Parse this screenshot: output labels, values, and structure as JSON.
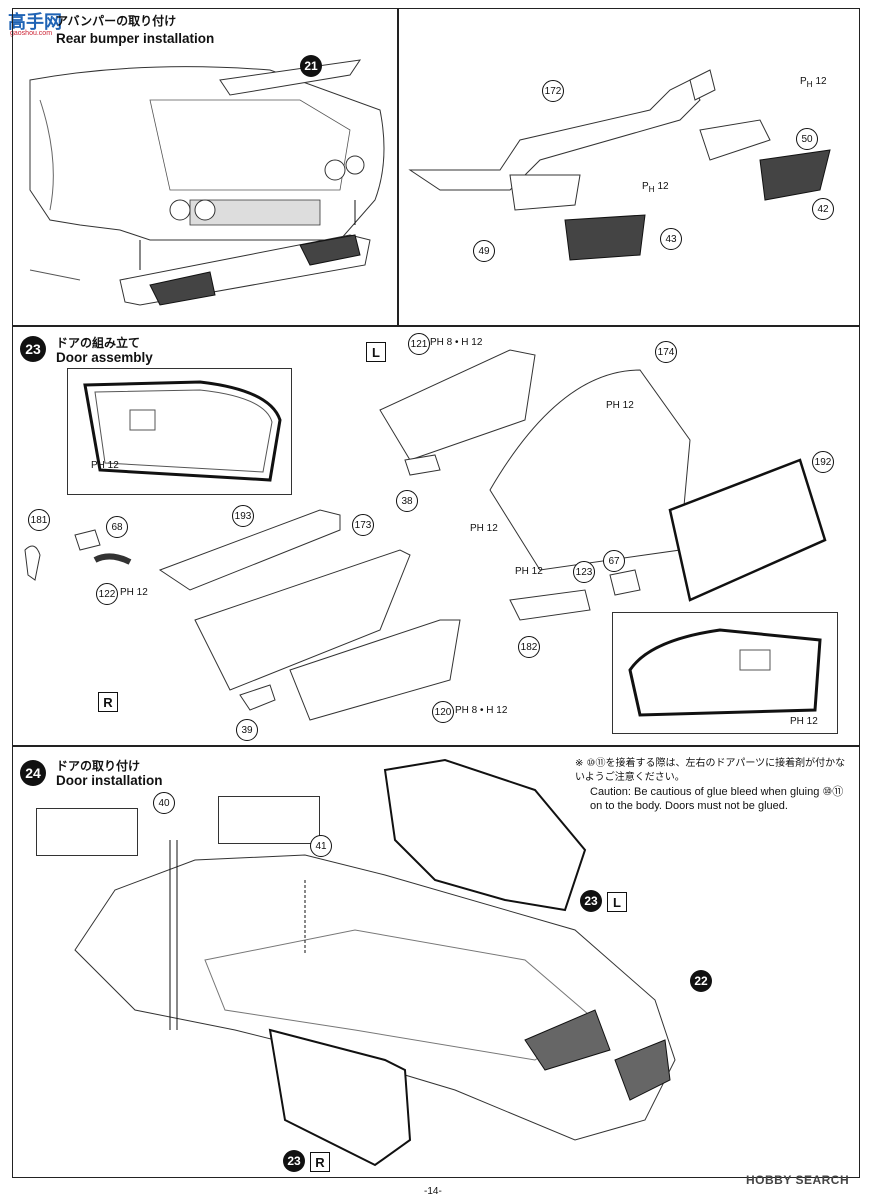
{
  "logo": {
    "text": "高手网",
    "sub": "gaoshou.com"
  },
  "step22": {
    "title_jp": "アバンパーの取り付け",
    "title_en": "Rear bumper installation",
    "parts": [
      "21",
      "172",
      "12",
      "50",
      "42",
      "49",
      "43",
      "12"
    ]
  },
  "step23": {
    "number": "23",
    "title_jp": "ドアの組み立て",
    "title_en": "Door assembly",
    "left_label": "L",
    "right_label": "R",
    "parts": {
      "p121": "121",
      "p174": "174",
      "p192": "192",
      "p38": "38",
      "p67": "67",
      "p123": "123",
      "p182": "182",
      "p181": "181",
      "p68": "68",
      "p122": "122",
      "p193": "193",
      "p173": "173",
      "p39": "39",
      "p120": "120"
    },
    "ph": {
      "a": "PH 8 • H 12",
      "b": "PH 12",
      "c": "PH 12",
      "d": "PH 12",
      "e": "PH 12",
      "f": "PH 12",
      "g": "PH 12",
      "h": "PH 8 • H 12"
    }
  },
  "step24": {
    "number": "24",
    "title_jp": "ドアの取り付け",
    "title_en": "Door installation",
    "parts": {
      "p40": "40",
      "p41": "41",
      "p22": "22",
      "p23a": "23",
      "p23b": "23"
    },
    "left_label": "L",
    "right_label": "R",
    "note_jp": "※ ⑩⑪を接着する際は、左右のドアパーツに接着剤が付かないようご注意ください。",
    "caution": "Caution: Be cautious of glue bleed when gluing ⑩⑪ on to the body. Doors must not be glued."
  },
  "footer": {
    "page": "-14-",
    "watermark": "HOBBY SEARCH"
  }
}
